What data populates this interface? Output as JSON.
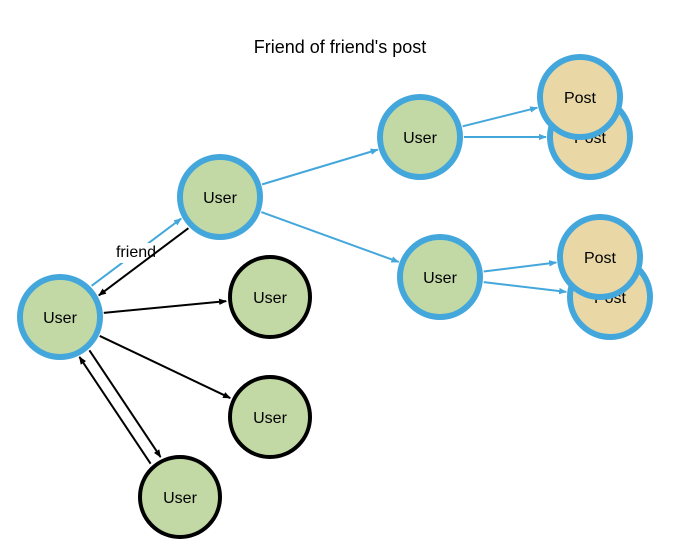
{
  "title": "Friend of friend's post",
  "colors": {
    "user_fill": "#c2d9a5",
    "post_fill": "#e9d8a6",
    "highlight_stroke": "#44a7dc",
    "default_stroke": "#000000",
    "highlight_edge": "#44a7dc",
    "default_edge": "#000000"
  },
  "nodes": [
    {
      "id": "u_me",
      "label": "User",
      "type": "user",
      "highlight": true
    },
    {
      "id": "u_friend",
      "label": "User",
      "type": "user",
      "highlight": true
    },
    {
      "id": "u_fof1",
      "label": "User",
      "type": "user",
      "highlight": true
    },
    {
      "id": "u_fof2",
      "label": "User",
      "type": "user",
      "highlight": true
    },
    {
      "id": "u_a",
      "label": "User",
      "type": "user",
      "highlight": false
    },
    {
      "id": "u_b",
      "label": "User",
      "type": "user",
      "highlight": false
    },
    {
      "id": "u_c",
      "label": "User",
      "type": "user",
      "highlight": false
    },
    {
      "id": "p1_back",
      "label": "Post",
      "type": "post",
      "highlight": true
    },
    {
      "id": "p1_front",
      "label": "Post",
      "type": "post",
      "highlight": true
    },
    {
      "id": "p2_back",
      "label": "Post",
      "type": "post",
      "highlight": true
    },
    {
      "id": "p2_front",
      "label": "Post",
      "type": "post",
      "highlight": true
    }
  ],
  "edges": [
    {
      "from": "u_me",
      "to": "u_friend",
      "highlight": true,
      "label": "friend"
    },
    {
      "from": "u_friend",
      "to": "u_me",
      "highlight": false,
      "label": ""
    },
    {
      "from": "u_me",
      "to": "u_a",
      "highlight": false,
      "label": ""
    },
    {
      "from": "u_me",
      "to": "u_b",
      "highlight": false,
      "label": ""
    },
    {
      "from": "u_me",
      "to": "u_c",
      "highlight": false,
      "label": ""
    },
    {
      "from": "u_c",
      "to": "u_me",
      "highlight": false,
      "label": ""
    },
    {
      "from": "u_friend",
      "to": "u_fof1",
      "highlight": true,
      "label": ""
    },
    {
      "from": "u_friend",
      "to": "u_fof2",
      "highlight": true,
      "label": ""
    },
    {
      "from": "u_fof1",
      "to": "p1_front",
      "highlight": true,
      "label": ""
    },
    {
      "from": "u_fof1",
      "to": "p1_back",
      "highlight": true,
      "label": ""
    },
    {
      "from": "u_fof2",
      "to": "p2_front",
      "highlight": true,
      "label": ""
    },
    {
      "from": "u_fof2",
      "to": "p2_back",
      "highlight": true,
      "label": ""
    }
  ]
}
